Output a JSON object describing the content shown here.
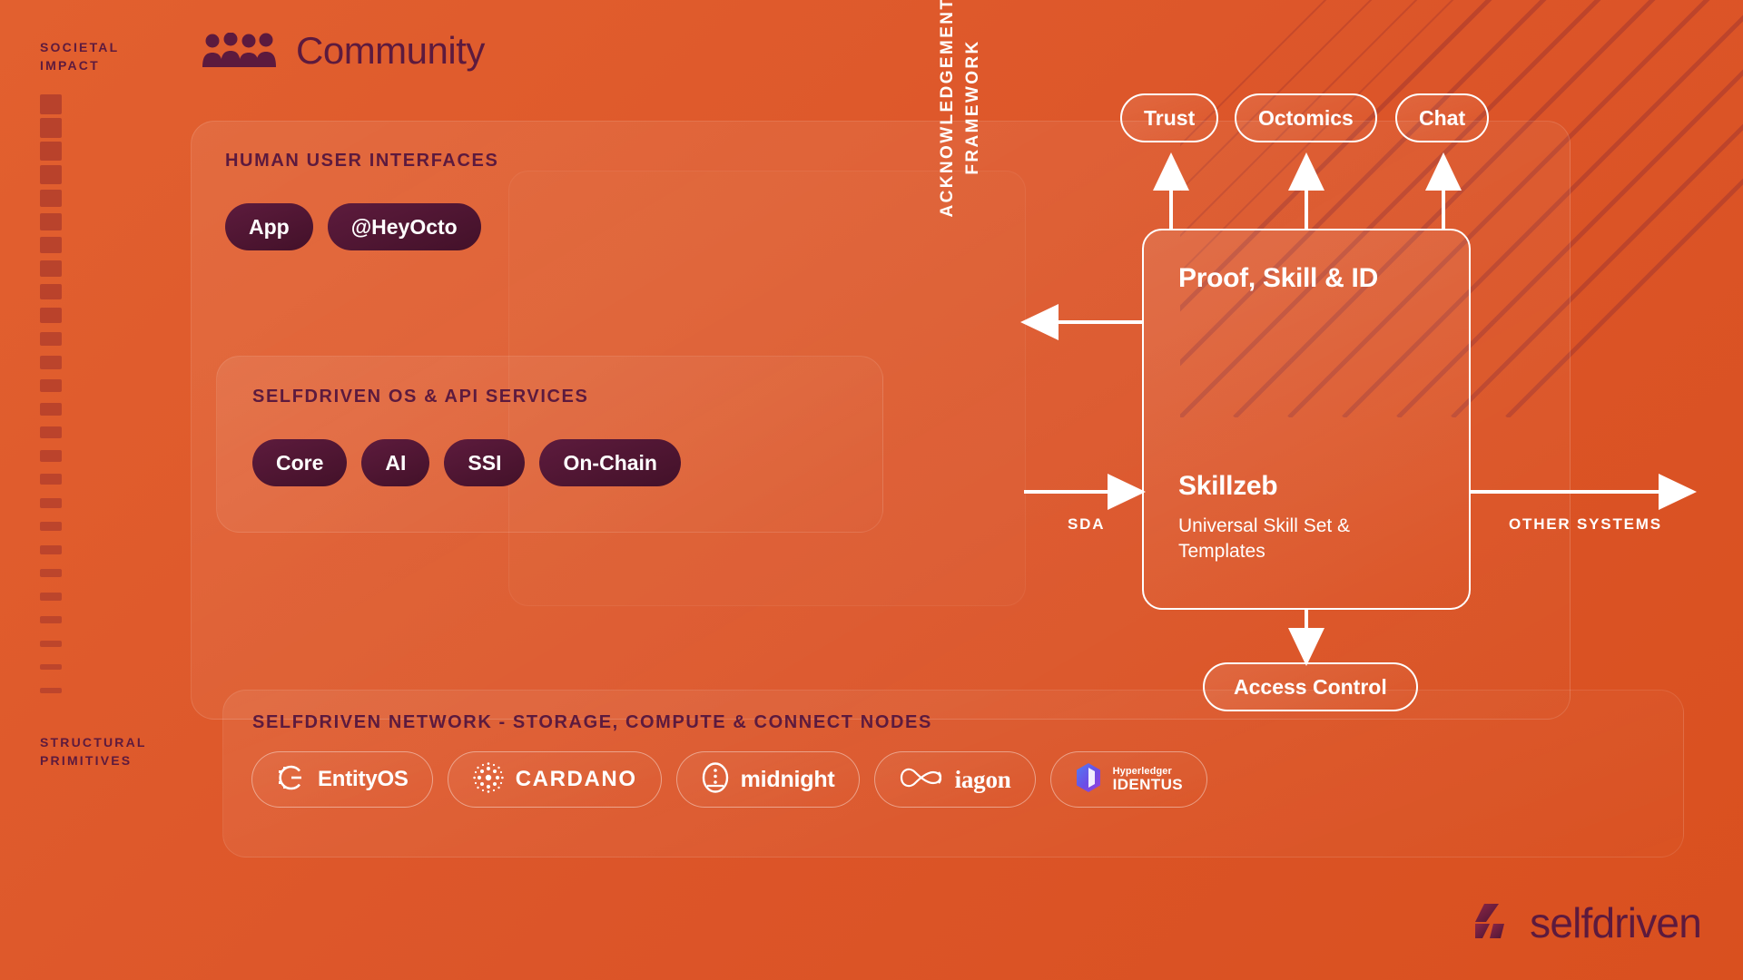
{
  "meta": {
    "background_color": "#dc5529",
    "accent_dark": "#5c1a3e",
    "pill_dark": "#5d1b3d",
    "stripe_color": "#b8422c",
    "white": "#ffffff"
  },
  "axis": {
    "top_label": "SOCIETAL\nIMPACT",
    "top_label_line1": "SOCIETAL",
    "top_label_line2": "IMPACT",
    "bottom_label_line1": "STRUCTURAL",
    "bottom_label_line2": "PRIMITIVES"
  },
  "header": {
    "title": "Community",
    "icon": "people-group-icon"
  },
  "panels": {
    "human_user_interfaces": {
      "heading": "HUMAN USER INTERFACES",
      "pills": [
        "App",
        "@HeyOcto"
      ]
    },
    "os_api_services": {
      "heading": "SELFDRIVEN OS & API SERVICES",
      "pills": [
        "Core",
        "AI",
        "SSI",
        "On-Chain"
      ]
    },
    "network": {
      "heading": "SELFDRIVEN NETWORK - STORAGE, COMPUTE & CONNECT NODES",
      "nodes": [
        {
          "name": "EntityOS",
          "icon": "entityos-logo-icon"
        },
        {
          "name": "CARDANO",
          "icon": "cardano-logo-icon"
        },
        {
          "name": "midnight",
          "icon": "midnight-logo-icon"
        },
        {
          "name": "iagon",
          "icon": "iagon-logo-icon"
        },
        {
          "name_top": "Hyperledger",
          "name_bottom": "IDENTUS",
          "icon": "hyperledger-identus-logo-icon"
        }
      ]
    }
  },
  "nodes": {
    "trust": "Trust",
    "octomics": "Octomics",
    "chat": "Chat",
    "access_control": "Access Control"
  },
  "main_box": {
    "title": "Proof, Skill & ID",
    "sub_title": "Skillzeb",
    "sub_text": "Universal Skill Set & Templates"
  },
  "labels": {
    "acknowledgement_framework_line1": "ACKNOWLEDGEMENT",
    "acknowledgement_framework_line2": "FRAMEWORK",
    "sda": "SDA",
    "other_systems": "OTHER SYSTEMS"
  },
  "brand": {
    "name": "selfdriven",
    "mark": "selfdriven-logo-icon"
  }
}
